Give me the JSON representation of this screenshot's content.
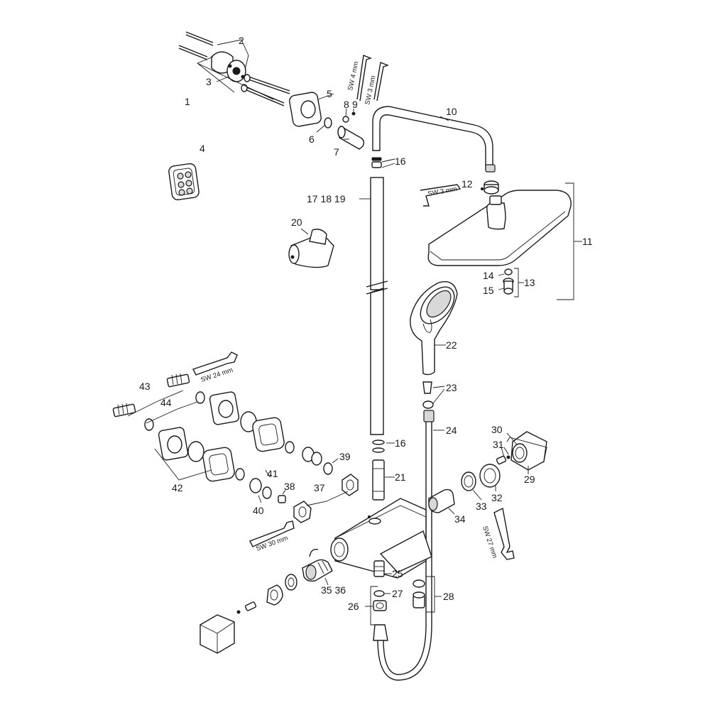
{
  "labels": {
    "p1": "1",
    "p2": "2",
    "p3": "3",
    "p4": "4",
    "p5": "5",
    "p6": "6",
    "p7": "7",
    "p8": "8",
    "p9": "9",
    "p10": "10",
    "p11": "11",
    "p12": "12",
    "p13": "13",
    "p14": "14",
    "p15": "15",
    "p16a": "16",
    "p16b": "16",
    "p171819": "17 18 19",
    "p20": "20",
    "p21": "21",
    "p22": "22",
    "p23": "23",
    "p24": "24",
    "p25": "25",
    "p26": "26",
    "p27": "27",
    "p28": "28",
    "p29": "29",
    "p30": "30",
    "p31": "31",
    "p32": "32",
    "p33": "33",
    "p34": "34",
    "p3536": "35 36",
    "p37": "37",
    "p38": "38",
    "p39": "39",
    "p40": "40",
    "p41": "41",
    "p42": "42",
    "p43": "43",
    "p44": "44"
  },
  "tools": {
    "sw4": "SW 4 mm",
    "sw3a": "SW 3 mm",
    "sw3b": "SW 3 mm",
    "sw24": "SW 24 mm",
    "sw30": "SW 30 mm",
    "sw27": "SW 27 mm"
  }
}
